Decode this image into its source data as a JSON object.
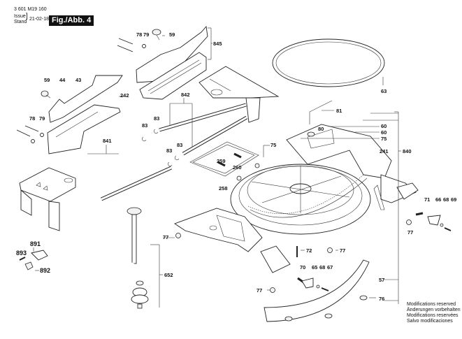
{
  "header": {
    "part_number": "3 601 M19 160",
    "issue_label": "Issue",
    "stand_label": "Stand",
    "date": "21-02-18",
    "figure": "Fig./Abb. 4"
  },
  "callouts": [
    {
      "id": "c78a",
      "text": "78"
    },
    {
      "id": "c79a",
      "text": "79"
    },
    {
      "id": "c59a",
      "text": "59"
    },
    {
      "id": "c845",
      "text": "845"
    },
    {
      "id": "c59b",
      "text": "59"
    },
    {
      "id": "c44",
      "text": "44"
    },
    {
      "id": "c43",
      "text": "43"
    },
    {
      "id": "c242",
      "text": "242"
    },
    {
      "id": "c78b",
      "text": "78"
    },
    {
      "id": "c79b",
      "text": "79"
    },
    {
      "id": "c842",
      "text": "842"
    },
    {
      "id": "c63",
      "text": "63"
    },
    {
      "id": "c83a",
      "text": "83"
    },
    {
      "id": "c83b",
      "text": "83"
    },
    {
      "id": "c83c",
      "text": "83"
    },
    {
      "id": "c83d",
      "text": "83"
    },
    {
      "id": "c841",
      "text": "841"
    },
    {
      "id": "c259",
      "text": "259"
    },
    {
      "id": "c260",
      "text": "260"
    },
    {
      "id": "c258",
      "text": "258"
    },
    {
      "id": "c75a",
      "text": "75"
    },
    {
      "id": "c81",
      "text": "81"
    },
    {
      "id": "c80",
      "text": "80"
    },
    {
      "id": "c60a",
      "text": "60"
    },
    {
      "id": "c60b",
      "text": "60"
    },
    {
      "id": "c75b",
      "text": "75"
    },
    {
      "id": "c241",
      "text": "241"
    },
    {
      "id": "c840",
      "text": "840"
    },
    {
      "id": "c71",
      "text": "71"
    },
    {
      "id": "c66",
      "text": "66"
    },
    {
      "id": "c68a",
      "text": "68"
    },
    {
      "id": "c69",
      "text": "69"
    },
    {
      "id": "c77a",
      "text": "77"
    },
    {
      "id": "c77b",
      "text": "77"
    },
    {
      "id": "c652",
      "text": "652"
    },
    {
      "id": "c72",
      "text": "72"
    },
    {
      "id": "c77c",
      "text": "77"
    },
    {
      "id": "c70",
      "text": "70"
    },
    {
      "id": "c65",
      "text": "65"
    },
    {
      "id": "c68b",
      "text": "68"
    },
    {
      "id": "c67",
      "text": "67"
    },
    {
      "id": "c57",
      "text": "57"
    },
    {
      "id": "c77d",
      "text": "77"
    },
    {
      "id": "c76",
      "text": "76"
    },
    {
      "id": "c891",
      "text": "891"
    },
    {
      "id": "c893",
      "text": "893"
    },
    {
      "id": "c892",
      "text": "892"
    }
  ],
  "notes": [
    "Modifications reserved",
    "Änderungen vorbehalten",
    "Modifications reservées",
    "Salvo modificaciones"
  ]
}
